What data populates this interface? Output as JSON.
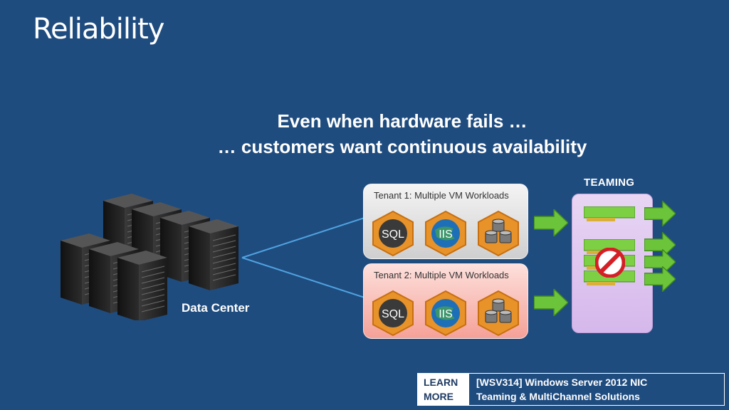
{
  "slide": {
    "title": "Reliability",
    "subtitle_line1": "Even when hardware fails …",
    "subtitle_line2": "… customers want continuous availability"
  },
  "datacenter": {
    "label": "Data Center"
  },
  "tenants": [
    {
      "label": "Tenant 1: Multiple VM Workloads",
      "workloads": [
        "SQL",
        "IIS",
        "database-icon"
      ]
    },
    {
      "label": "Tenant 2: Multiple VM Workloads",
      "workloads": [
        "SQL",
        "IIS",
        "database-icon"
      ]
    }
  ],
  "teaming": {
    "label": "TEAMING"
  },
  "learn_more": {
    "label_line1": "LEARN",
    "label_line2": "MORE",
    "text_line1": "[WSV314] Windows Server 2012 NIC",
    "text_line2": "Teaming & MultiChannel Solutions"
  },
  "colors": {
    "background": "#1f4c7f",
    "arrow": "#6cc43a",
    "hex_orange": "#e8922a",
    "tenant1_bg": "#d9d9d9",
    "tenant2_bg": "#f7b0a8",
    "teaming_bg": "#dcc3ef"
  }
}
